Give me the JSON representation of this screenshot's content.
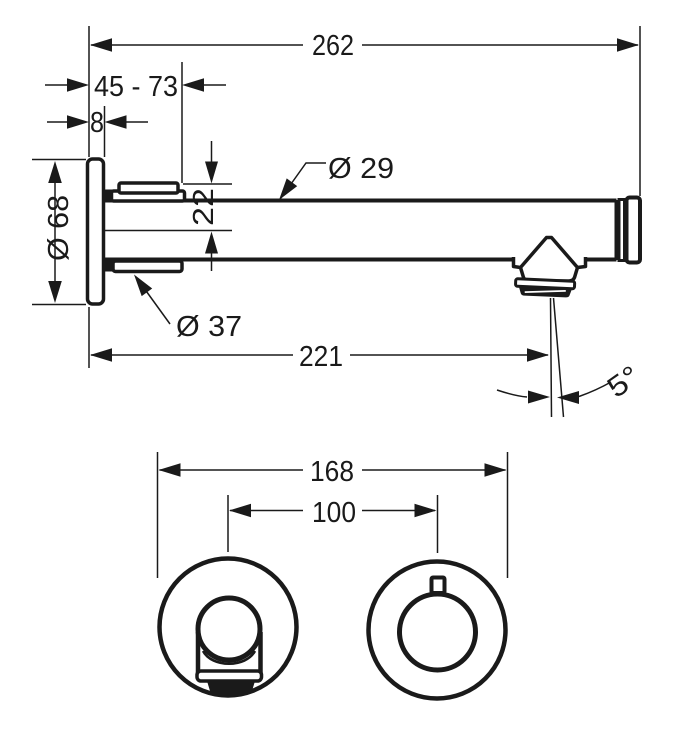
{
  "colors": {
    "background": "#ffffff",
    "line": "#1a1a1a"
  },
  "side_view": {
    "overall_length": "262",
    "mounting_depth_range": "45 - 73",
    "plate_thickness": "8",
    "spout_diameter": "Ø 29",
    "top_offset": "22",
    "escutcheon_diameter": "Ø 68",
    "flange_diameter": "Ø 37",
    "spout_reach": "221",
    "spray_angle": "5°"
  },
  "front_view": {
    "overall_width": "168",
    "hole_spacing": "100"
  }
}
